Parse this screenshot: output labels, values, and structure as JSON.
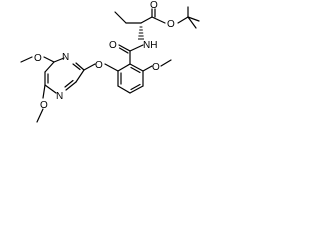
{
  "molecule": {
    "atom_labels": {
      "o_ester_carbonyl": "O",
      "o_ester": "O",
      "nh": "NH",
      "o_amide": "O",
      "o_methoxy_benzene": "O",
      "o_ether": "O",
      "n_upper": "N",
      "n_lower": "N",
      "o_methoxy_top": "O",
      "o_methoxy_bottom": "O"
    }
  }
}
